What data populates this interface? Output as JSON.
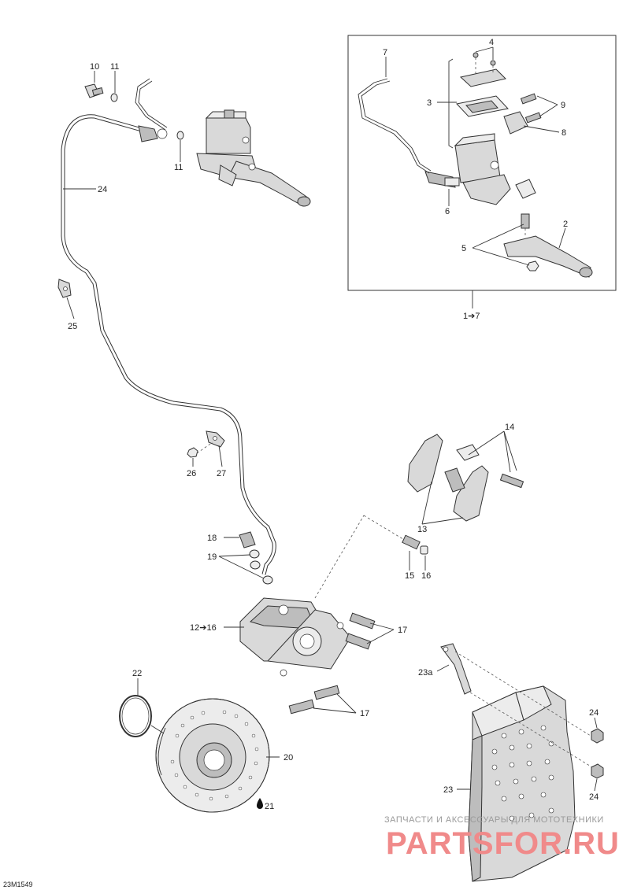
{
  "diagram": {
    "code": "23M1549",
    "labels": {
      "l1_7": "1➔7",
      "l2": "2",
      "l3": "3",
      "l4": "4",
      "l5": "5",
      "l6": "6",
      "l7": "7",
      "l8": "8",
      "l9": "9",
      "l10": "10",
      "l11a": "11",
      "l11b": "11",
      "l12_16": "12➔16",
      "l13": "13",
      "l14": "14",
      "l15": "15",
      "l16": "16",
      "l17a": "17",
      "l17b": "17",
      "l18": "18",
      "l19": "19",
      "l20": "20",
      "l21": "21",
      "l22": "22",
      "l23": "23",
      "l23a": "23a",
      "l24a": "24",
      "l24b": "24",
      "l24c": "24",
      "l25": "25",
      "l26": "26",
      "l27": "27"
    }
  },
  "watermark": {
    "line1": "ЗАПЧАСТИ И АКСЕССУАРЫ ДЛЯ МОТОТЕХНИКИ",
    "line2": "PARTSFOR.RU"
  }
}
